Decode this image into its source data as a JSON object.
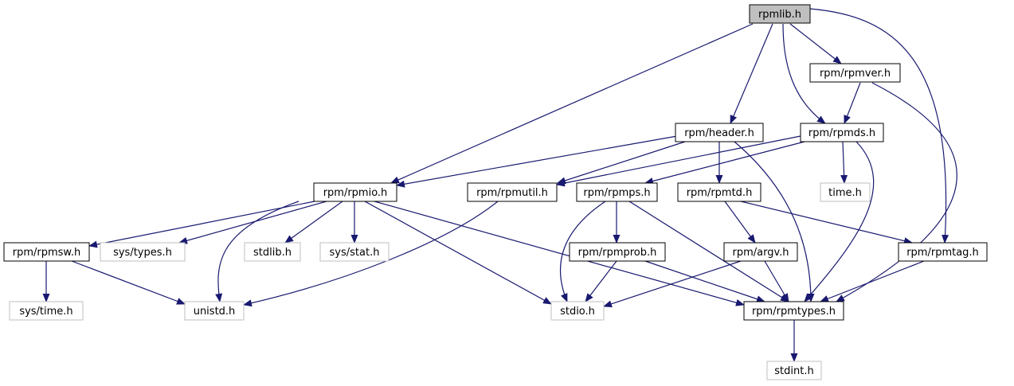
{
  "colors": {
    "edge": "#191970",
    "node_border": "#000000",
    "external_border": "#bfbfbf",
    "root_fill": "#bfbfbf",
    "node_fill": "#ffffff"
  },
  "nodes": [
    {
      "id": "rpmlib",
      "label": "rpmlib.h",
      "kind": "root"
    },
    {
      "id": "rpmver",
      "label": "rpm/rpmver.h",
      "kind": "local"
    },
    {
      "id": "header",
      "label": "rpm/header.h",
      "kind": "local"
    },
    {
      "id": "rpmds",
      "label": "rpm/rpmds.h",
      "kind": "local"
    },
    {
      "id": "rpmio",
      "label": "rpm/rpmio.h",
      "kind": "local"
    },
    {
      "id": "rpmutil",
      "label": "rpm/rpmutil.h",
      "kind": "local"
    },
    {
      "id": "rpmps",
      "label": "rpm/rpmps.h",
      "kind": "local"
    },
    {
      "id": "rpmtd",
      "label": "rpm/rpmtd.h",
      "kind": "local"
    },
    {
      "id": "time",
      "label": "time.h",
      "kind": "external"
    },
    {
      "id": "rpmsw",
      "label": "rpm/rpmsw.h",
      "kind": "local"
    },
    {
      "id": "systypes",
      "label": "sys/types.h",
      "kind": "external"
    },
    {
      "id": "stdlib",
      "label": "stdlib.h",
      "kind": "external"
    },
    {
      "id": "sysstat",
      "label": "sys/stat.h",
      "kind": "external"
    },
    {
      "id": "rpmprob",
      "label": "rpm/rpmprob.h",
      "kind": "local"
    },
    {
      "id": "argv",
      "label": "rpm/argv.h",
      "kind": "local"
    },
    {
      "id": "rpmtag",
      "label": "rpm/rpmtag.h",
      "kind": "local"
    },
    {
      "id": "systime",
      "label": "sys/time.h",
      "kind": "external"
    },
    {
      "id": "unistd",
      "label": "unistd.h",
      "kind": "external"
    },
    {
      "id": "stdio",
      "label": "stdio.h",
      "kind": "external"
    },
    {
      "id": "rpmtypes",
      "label": "rpm/rpmtypes.h",
      "kind": "local"
    },
    {
      "id": "stdint",
      "label": "stdint.h",
      "kind": "external"
    }
  ],
  "edges": [
    {
      "from": "rpmlib",
      "to": "rpmio"
    },
    {
      "from": "rpmlib",
      "to": "header"
    },
    {
      "from": "rpmlib",
      "to": "rpmds"
    },
    {
      "from": "rpmlib",
      "to": "rpmver"
    },
    {
      "from": "rpmlib",
      "to": "rpmtag"
    },
    {
      "from": "rpmver",
      "to": "rpmds"
    },
    {
      "from": "rpmver",
      "to": "rpmtypes"
    },
    {
      "from": "header",
      "to": "rpmio"
    },
    {
      "from": "header",
      "to": "rpmutil"
    },
    {
      "from": "header",
      "to": "rpmtd"
    },
    {
      "from": "header",
      "to": "rpmtypes"
    },
    {
      "from": "rpmds",
      "to": "rpmutil"
    },
    {
      "from": "rpmds",
      "to": "rpmps"
    },
    {
      "from": "rpmds",
      "to": "time"
    },
    {
      "from": "rpmds",
      "to": "rpmtypes"
    },
    {
      "from": "rpmio",
      "to": "rpmsw"
    },
    {
      "from": "rpmio",
      "to": "systypes"
    },
    {
      "from": "rpmio",
      "to": "unistd"
    },
    {
      "from": "rpmio",
      "to": "stdlib"
    },
    {
      "from": "rpmio",
      "to": "sysstat"
    },
    {
      "from": "rpmio",
      "to": "stdio"
    },
    {
      "from": "rpmio",
      "to": "rpmtypes"
    },
    {
      "from": "rpmutil",
      "to": "unistd"
    },
    {
      "from": "rpmps",
      "to": "rpmprob"
    },
    {
      "from": "rpmps",
      "to": "stdio"
    },
    {
      "from": "rpmps",
      "to": "rpmtypes"
    },
    {
      "from": "rpmtd",
      "to": "argv"
    },
    {
      "from": "rpmtd",
      "to": "rpmtag"
    },
    {
      "from": "rpmsw",
      "to": "systime"
    },
    {
      "from": "rpmsw",
      "to": "unistd"
    },
    {
      "from": "rpmprob",
      "to": "stdio"
    },
    {
      "from": "rpmprob",
      "to": "rpmtypes"
    },
    {
      "from": "argv",
      "to": "stdio"
    },
    {
      "from": "argv",
      "to": "rpmtypes"
    },
    {
      "from": "rpmtag",
      "to": "rpmtypes"
    },
    {
      "from": "rpmtypes",
      "to": "stdint"
    }
  ]
}
